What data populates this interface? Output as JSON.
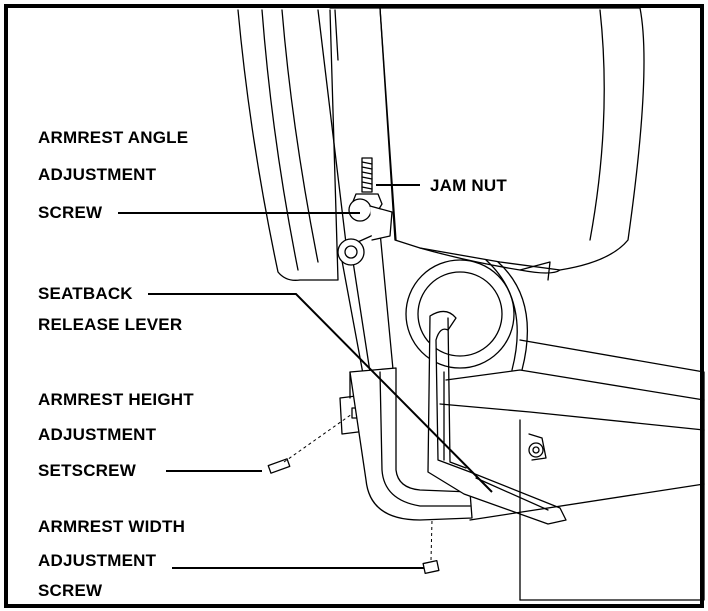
{
  "labels": {
    "armrest_angle": [
      "ARMREST ANGLE",
      "ADJUSTMENT",
      "SCREW"
    ],
    "jam_nut": "JAM NUT",
    "seatback_release": [
      "SEATBACK",
      "RELEASE LEVER"
    ],
    "armrest_height": [
      "ARMREST HEIGHT",
      "ADJUSTMENT",
      "SETSCREW"
    ],
    "armrest_width": [
      "ARMREST WIDTH",
      "ADJUSTMENT",
      "SCREW"
    ]
  }
}
